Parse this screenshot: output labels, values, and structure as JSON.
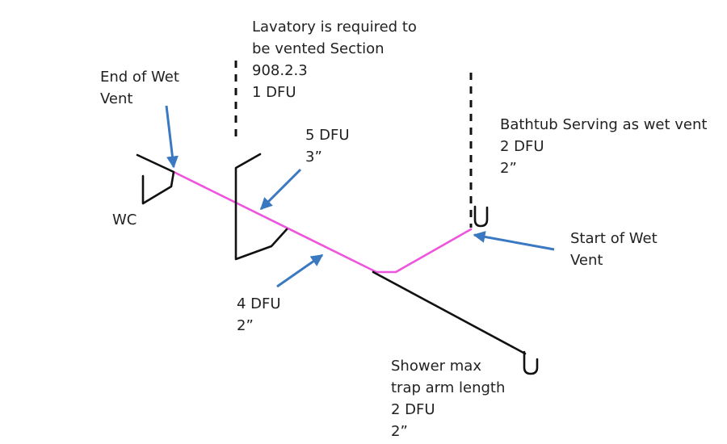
{
  "colors": {
    "wet_vent_pipe": "#ee55dd",
    "drain_pipe": "#111111",
    "arrow": "#3a78c2",
    "text": "#222222"
  },
  "labels": {
    "lavatory_note": {
      "line1": "Lavatory is required to",
      "line2": "be vented Section",
      "line3": "908.2.3",
      "line4": "1 DFU"
    },
    "end_of_wet_vent": {
      "line1": "End of Wet",
      "line2": "Vent"
    },
    "wc": "WC",
    "five_dfu": {
      "line1": "5 DFU",
      "line2": "3”"
    },
    "bathtub": {
      "line1": "Bathtub Serving as wet vent",
      "line2": "2 DFU",
      "line3": "2”"
    },
    "start_of_wet_vent": {
      "line1": "Start of Wet",
      "line2": "Vent"
    },
    "four_dfu": {
      "line1": "4 DFU",
      "line2": "2”"
    },
    "shower": {
      "line1": "Shower max",
      "line2": "trap arm length",
      "line3": "2 DFU",
      "line4": "2”"
    }
  }
}
